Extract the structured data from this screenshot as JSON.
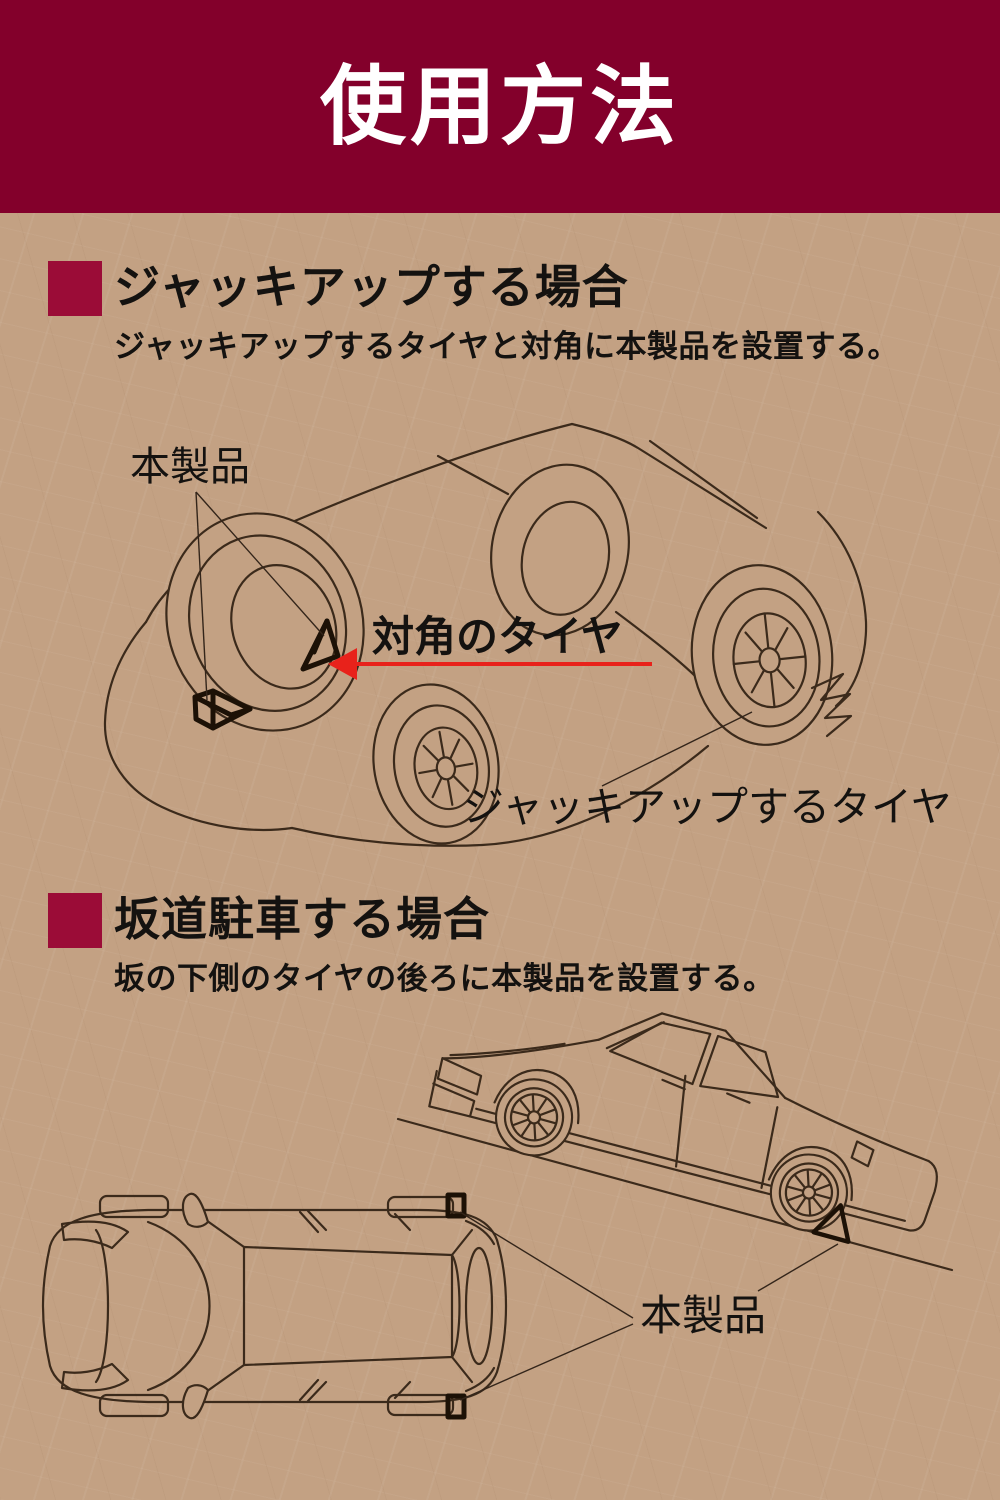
{
  "header": {
    "title": "使用方法"
  },
  "sections": [
    {
      "heading": "ジャッキアップする場合",
      "description": "ジャッキアップするタイヤと対角に本製品を設置する。"
    },
    {
      "heading": "坂道駐車する場合",
      "description": "坂の下側のタイヤの後ろに本製品を設置する。"
    }
  ],
  "diagram1": {
    "product_label": "本製品",
    "diagonal_tire_label": "対角のタイヤ",
    "jack_up_tire_label": "ジャッキアップするタイヤ"
  },
  "diagram2": {
    "product_label": "本製品"
  },
  "colors": {
    "paper": "#c3a183",
    "band": "#83002b",
    "bullet": "#9b0c37",
    "title-ink": "#ffffff",
    "ink": "#141210",
    "line": "#3b2a1b",
    "chock": "#1c1106",
    "leader": "#33251a",
    "arrow": "#e8221b"
  }
}
